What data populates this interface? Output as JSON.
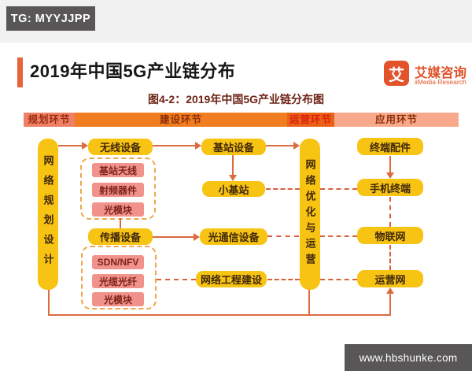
{
  "badge": {
    "label": "TG: MYYJJPP"
  },
  "page": {
    "title": "2019年中国5G产业链分布",
    "caption": "图4-2：2019年中国5G产业链分布图"
  },
  "logo": {
    "glyph": "艾",
    "brand": "艾媒咨询",
    "brand_en": "iiMedia Research"
  },
  "phase_bar": {
    "segments": [
      {
        "label": "规划环节",
        "bg": "#EE8066",
        "fg": "#9B2A10"
      },
      {
        "label": "建设环节",
        "bg": "#F07D1F",
        "fg": "#8C2F0B"
      },
      {
        "label": "运营环节",
        "bg": "#EA6118",
        "fg": "#DB2110"
      },
      {
        "label": "应用环节",
        "bg": "#F8A98B",
        "fg": "#8C2F0B"
      }
    ]
  },
  "diagram": {
    "planning": "网络规划设计",
    "operations": "网络优化与运营",
    "nodes": {
      "wireless": "无线设备",
      "base_station": "基站设备",
      "small_cell": "小基站",
      "transmission": "传播设备",
      "optical_comm": "光通信设备",
      "network_engineering": "网络工程建设",
      "terminal_accessories": "终端配件",
      "mobile_terminal": "手机终端",
      "iot": "物联网",
      "operator_network": "运营网"
    },
    "wireless_components": [
      "基站天线",
      "射频器件",
      "光模块"
    ],
    "transmission_components": [
      "SDN/NFV",
      "光缆光纤",
      "光模块"
    ]
  },
  "footer": {
    "url": "www.hbshunke.com"
  },
  "colors": {
    "accent": "#E8623A",
    "node_yellow": "#F8C414",
    "node_salmon": "#F1938C",
    "connector_solid": "#DC6B3F",
    "connector_dashed": "#D8603C",
    "group_border": "#F0A64B",
    "badge_gray": "#585656",
    "brand_red": "#E2532B",
    "caption_red": "#6E2315"
  }
}
